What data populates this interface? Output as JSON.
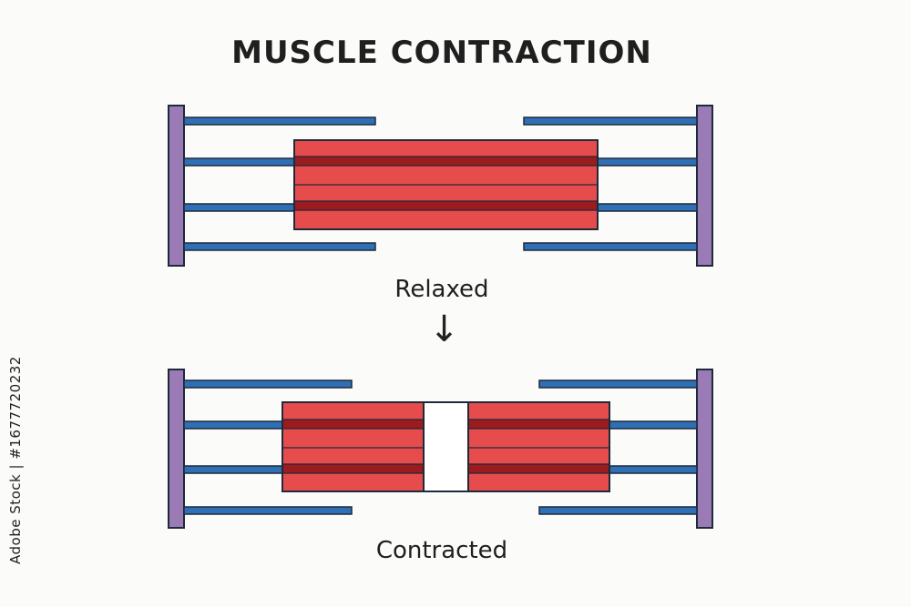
{
  "title": "MUSCLE CONTRACTION",
  "labels": {
    "relaxed": "Relaxed",
    "contracted": "Contracted"
  },
  "side_text": "Adobe Stock | #1677720232",
  "colors": {
    "z_disc": "#9b7bb6",
    "actin": "#2f6fb5",
    "myosin": "#e74c4c",
    "myosin_dark": "#9b1b1f",
    "outline": "#1e2a3a"
  }
}
